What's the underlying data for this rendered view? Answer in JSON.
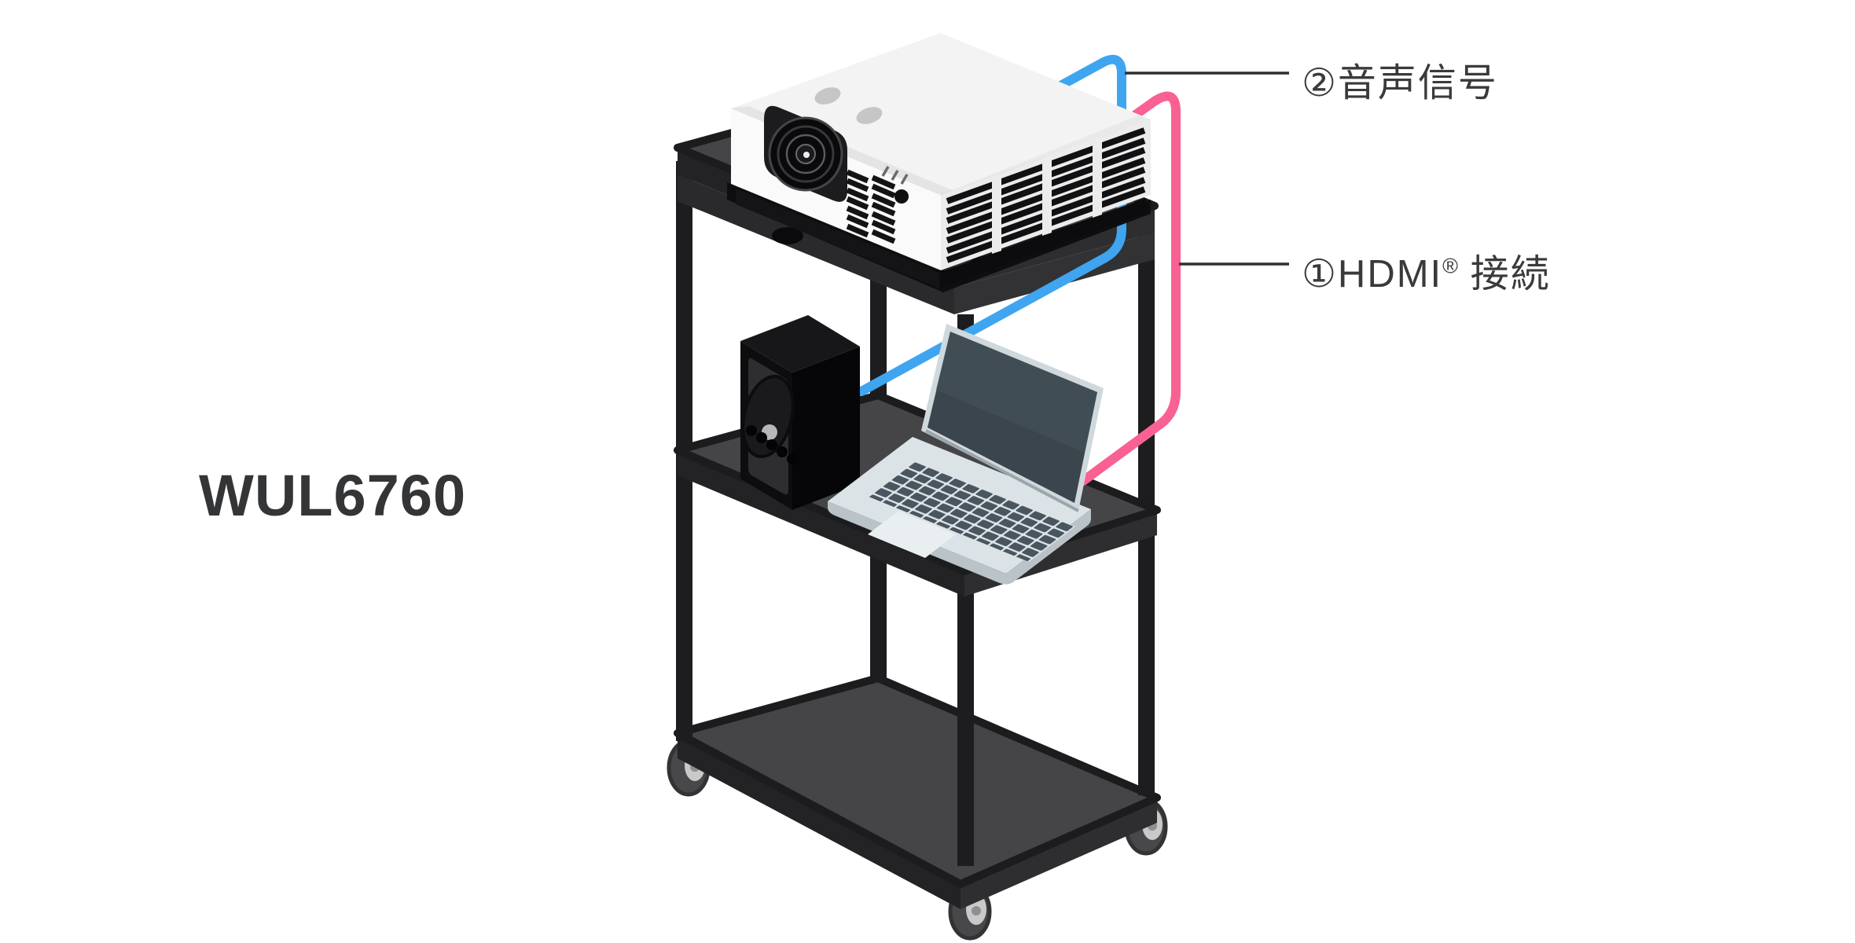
{
  "scene": {
    "background_color": "#ffffff",
    "model_label": "WUL6760",
    "objects": [
      "av-cart",
      "projector",
      "speaker",
      "laptop",
      "audio-cable",
      "hdmi-cable"
    ]
  },
  "callouts": {
    "audio": {
      "label": "②音声信号",
      "cable_color": "#3FA5F0"
    },
    "hdmi": {
      "label_before_sup": "①HDMI",
      "sup": "®",
      "label_after_sup": " 接続",
      "cable_color": "#F96192"
    }
  },
  "colors": {
    "cart_top": "#454547",
    "cart_side_dark": "#2b2b2d",
    "cart_frame": "#1c1c1e",
    "label_text": "#3a3a3c",
    "leader_line": "#2f2f31",
    "projector_body": "#f3f3f3",
    "laptop_body": "#dce3e7",
    "speaker_body": "#0a0a0c"
  }
}
